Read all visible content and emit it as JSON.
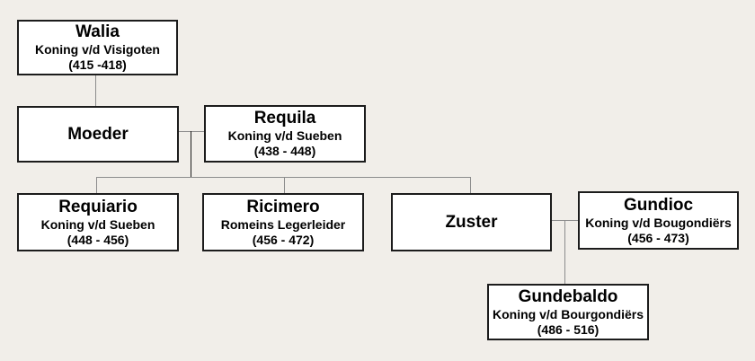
{
  "colors": {
    "background": "#f1eee9",
    "box_fill": "#ffffff",
    "box_border": "#1c1c1c",
    "line": "#8c8c8c",
    "line_dark": "#1c1c1c",
    "text": "#000000"
  },
  "nodes": {
    "walia": {
      "name": "Walia",
      "title": "Koning v/d Visigoten",
      "years": "(415 -418)"
    },
    "moeder": {
      "name": "Moeder"
    },
    "requila": {
      "name": "Requila",
      "title": "Koning v/d Sueben",
      "years": "(438 - 448)"
    },
    "requiario": {
      "name": "Requiario",
      "title": "Koning v/d Sueben",
      "years": "(448 - 456)"
    },
    "ricimero": {
      "name": "Ricimero",
      "title": "Romeins Legerleider",
      "years": "(456 - 472)"
    },
    "zuster": {
      "name": "Zuster"
    },
    "gundioc": {
      "name": "Gundioc",
      "title": "Koning v/d Bougondiërs",
      "years": "(456 - 473)"
    },
    "gundebaldo": {
      "name": "Gundebaldo",
      "title": "Koning v/d Bourgondiërs",
      "years": "(486 - 516)"
    }
  },
  "relations": [
    {
      "type": "descent",
      "from": "walia",
      "to": "moeder"
    },
    {
      "type": "marriage",
      "between": [
        "moeder",
        "requila"
      ]
    },
    {
      "type": "descent",
      "from": "moeder-requila",
      "to": "requiario"
    },
    {
      "type": "descent",
      "from": "moeder-requila",
      "to": "ricimero"
    },
    {
      "type": "descent",
      "from": "moeder-requila",
      "to": "zuster"
    },
    {
      "type": "marriage",
      "between": [
        "zuster",
        "gundioc"
      ]
    },
    {
      "type": "descent",
      "from": "zuster-gundioc",
      "to": "gundebaldo"
    }
  ]
}
